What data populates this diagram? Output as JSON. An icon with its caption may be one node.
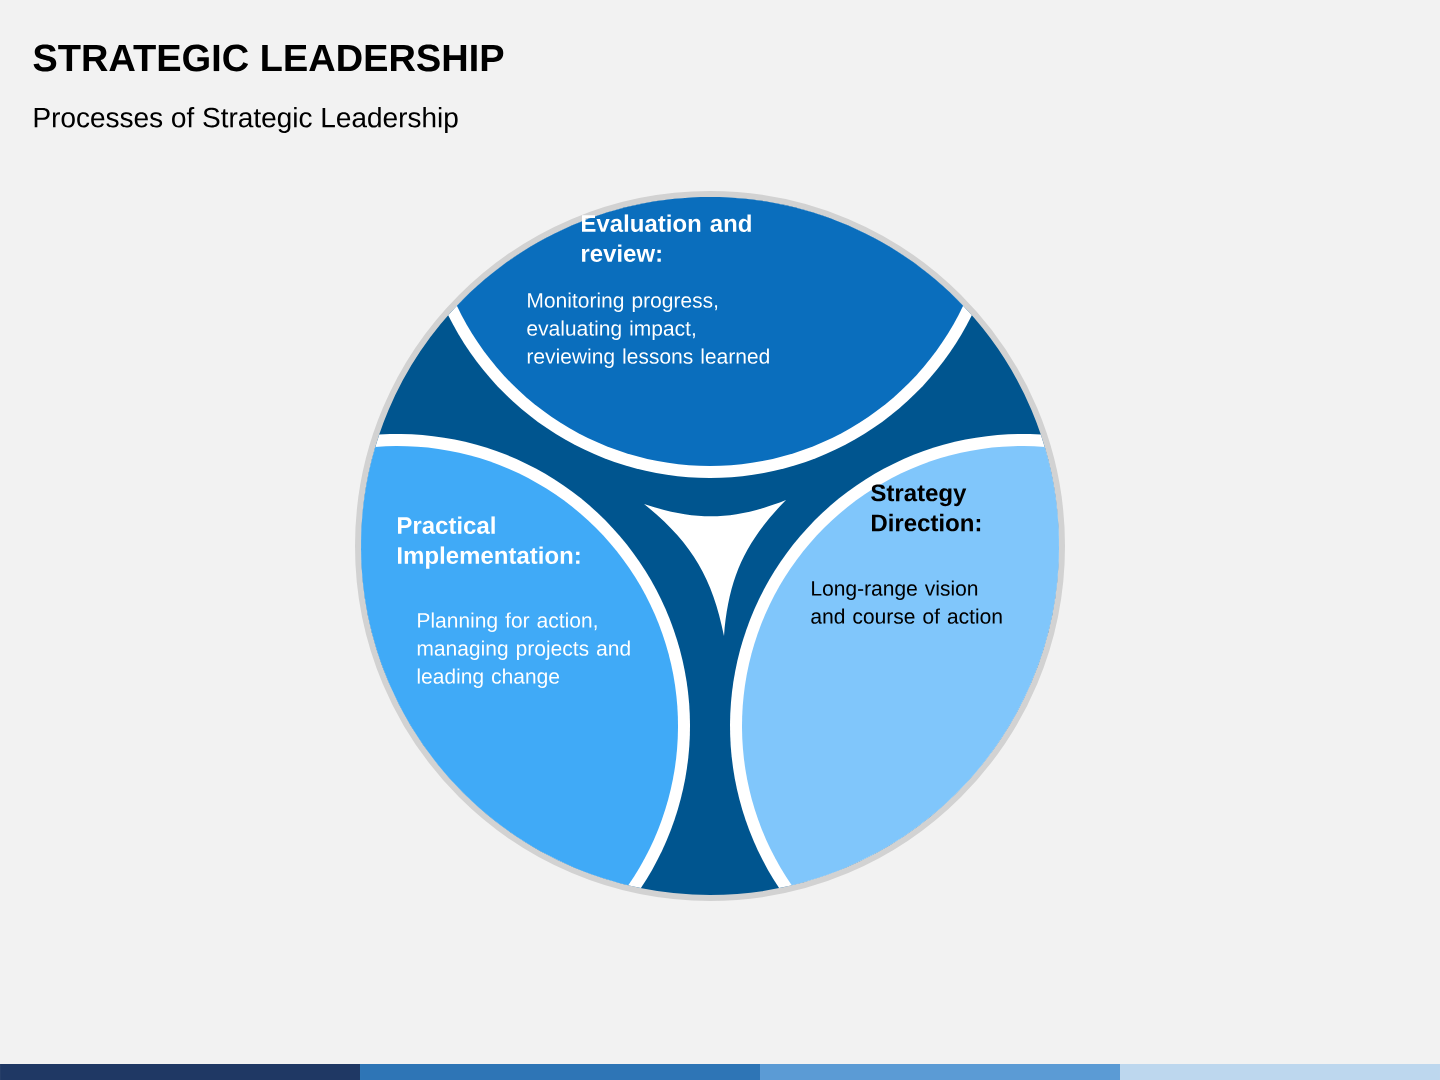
{
  "diagram": {
    "title": "STRATEGIC LEADERSHIP",
    "caption": "Processes of Strategic Leadership",
    "nodes": [
      {
        "text": [],
        "shape": "circle"
      },
      {
        "text": [
          "Evaluation and review:",
          "Monitoring progress, evaluating impact, reviewing lessons learned"
        ],
        "in": 0
      },
      {
        "text": [
          "Strategy Direction:",
          "Long-range vision and course of action"
        ],
        "in": 0
      },
      {
        "text": [
          "Practical Implementation:",
          "Planning for action, managing projects and leading change"
        ],
        "in": 0
      }
    ],
    "edges": []
  }
}
